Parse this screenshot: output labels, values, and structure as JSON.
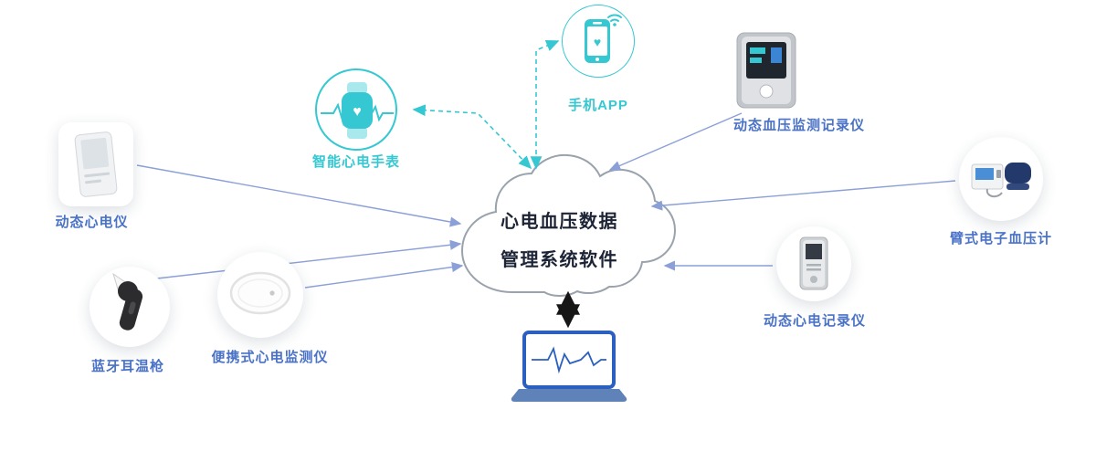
{
  "cloud": {
    "line1": "心电血压数据",
    "line2": "管理系统软件"
  },
  "labels": {
    "watch": "智能心电手表",
    "phone": "手机APP",
    "ecg_card": "动态心电仪",
    "ear_thermo": "蓝牙耳温枪",
    "portable_ecg": "便携式心电监测仪",
    "bp_monitor": "动态血压监测记录仪",
    "arm_bp": "臂式电子血压计",
    "holter": "动态心电记录仪"
  },
  "icons": {
    "heart": "♥"
  },
  "colors": {
    "teal": "#35c8d2",
    "tealLight": "#a9e8ec",
    "labelBlue": "#4a72c6",
    "line": "#8ca0d8",
    "cloudStroke": "#9aa3ad",
    "navyText": "#1d2436",
    "laptopBlue": "#2b5fc0",
    "laptopBase": "#5f82b8"
  }
}
